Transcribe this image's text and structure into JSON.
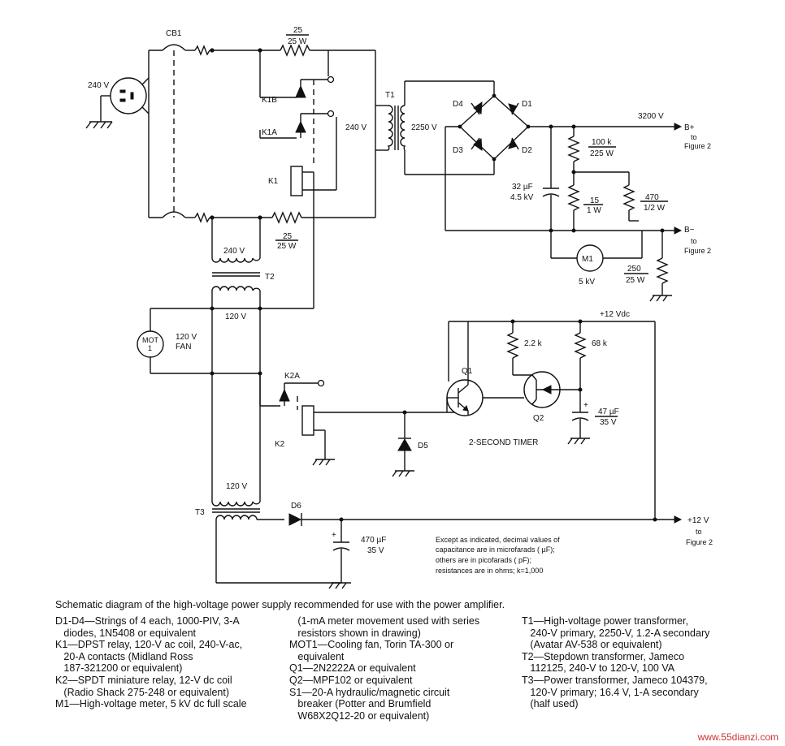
{
  "labels": {
    "v240_in": "240 V",
    "cb1": "CB1",
    "r_top_val": "25",
    "r_top_w": "25 W",
    "k1b": "K1B",
    "k1a": "K1A",
    "k1": "K1",
    "t1": "T1",
    "t1_pri": "240 V",
    "t1_sec": "2250 V",
    "d4": "D4",
    "d1": "D1",
    "d3": "D3",
    "d2": "D2",
    "v3200": "3200 V",
    "bplus": "B+",
    "to": "to",
    "fig2": "Figure 2",
    "r100k": "100 k",
    "r100k_w": "225 W",
    "cap32": "32 µF",
    "cap32_v": "4.5 kV",
    "r15": "15",
    "r15_w": "1 W",
    "r470": "470",
    "r470_w": "1/2 W",
    "bminus": "B−",
    "m1": "M1",
    "m1_kv": "5 kV",
    "r250": "250",
    "r250_w": "25 W",
    "r_bot_val": "25",
    "r_bot_w": "25 W",
    "t2_pri": "240 V",
    "t2": "T2",
    "t2_sec": "120 V",
    "mot": "MOT",
    "mot_n": "1",
    "fan_v": "120 V",
    "fan": "FAN",
    "v12dc": "+12 Vdc",
    "r22k": "2.2 k",
    "r68k": "68 k",
    "q1": "Q1",
    "q2": "Q2",
    "k2a": "K2A",
    "k2": "K2",
    "d5": "D5",
    "timer": "2-SECOND TIMER",
    "cap47": "47 µF",
    "cap47_v": "35 V",
    "t3_sec": "120 V",
    "t3": "T3",
    "d6": "D6",
    "cap470": "470 µF",
    "cap470_v": "35 V",
    "v12": "+12 V",
    "plus": "+",
    "note1": "Except as indicated, decimal values of",
    "note2": "capacitance are in microfarads ( µF);",
    "note3": "others are in picofarads ( pF);",
    "note4": "resistances are in ohms; k=1,000"
  },
  "caption": "Schematic diagram of the high-voltage power supply recommended for use with the power amplifier.",
  "parts_col1": [
    "D1-D4—Strings of 4 each, 1000-PIV, 3-A",
    "   diodes, 1N5408 or equivalent",
    "K1—DPST relay, 120-V ac coil, 240-V-ac,",
    "   20-A contacts (Midland Ross",
    "   187-321200 or equivalent)",
    "K2—SPDT miniature relay, 12-V dc coil",
    "   (Radio Shack 275-248 or equivalent)",
    "M1—High-voltage meter, 5 kV dc full scale"
  ],
  "parts_col2": [
    "   (1-mA meter movement used with series",
    "   resistors shown in drawing)",
    "MOT1—Cooling fan, Torin TA-300 or",
    "   equivalent",
    "Q1—2N2222A or equivalent",
    "Q2—MPF102 or equivalent",
    "S1—20-A hydraulic/magnetic circuit",
    "   breaker (Potter and Brumfield",
    "   W68X2Q12-20 or equivalent)"
  ],
  "parts_col3": [
    "T1—High-voltage power transformer,",
    "   240-V primary, 2250-V, 1.2-A secondary",
    "   (Avatar AV-538 or equivalent)",
    "T2—Stepdown transformer, Jameco",
    "   112125, 240-V to 120-V, 100 VA",
    "T3—Power transformer, Jameco 104379,",
    "   120-V primary; 16.4 V, 1-A secondary",
    "   (half used)"
  ],
  "watermark": "www.55dianzi.com"
}
